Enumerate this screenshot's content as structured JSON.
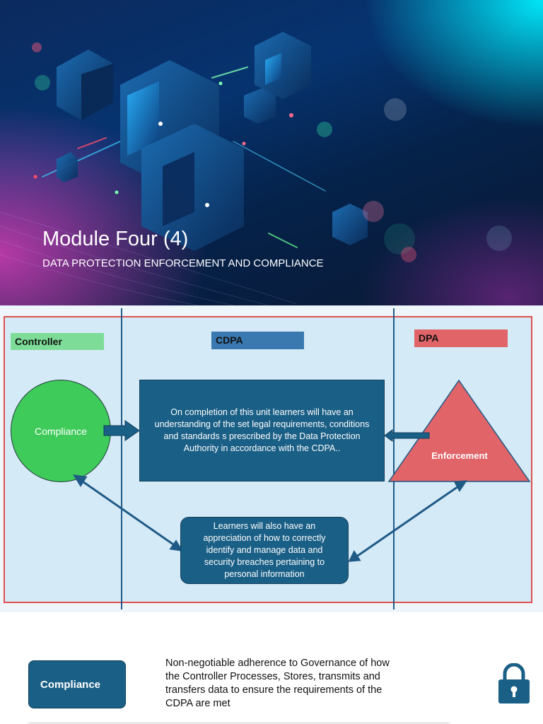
{
  "hero": {
    "title": "Module Four (4)",
    "subtitle": "DATA PROTECTION ENFORCEMENT AND COMPLIANCE"
  },
  "diagram": {
    "columns": {
      "controller": "Controller",
      "cdpa": "CDPA",
      "dpa": "DPA"
    },
    "shapes": {
      "circle_label": "Compliance",
      "triangle_label": "Enforcement",
      "center_text": "On completion of this unit learners will have an understanding of the set legal requirements, conditions and standards s prescribed by the Data Protection Authority in accordance with the CDPA..",
      "bottom_text": "Learners will also have an appreciation of how to correctly identify and manage data and security breaches pertaining to personal information"
    }
  },
  "legend": {
    "term": "Compliance",
    "definition": "Non-negotiable adherence to  Governance of how the Controller Processes, Stores, transmits and transfers data to ensure the requirements of the CDPA are met",
    "icon": "lock-icon"
  },
  "colors": {
    "controller": "#7ddd98",
    "cdpa": "#3a78b0",
    "dpa": "#e06468",
    "compliance_circle": "#3fcb5a",
    "enforcement_triangle": "#e06468",
    "box": "#1a5f86",
    "frame": "#e0504f",
    "arrow": "#1f5a86"
  }
}
